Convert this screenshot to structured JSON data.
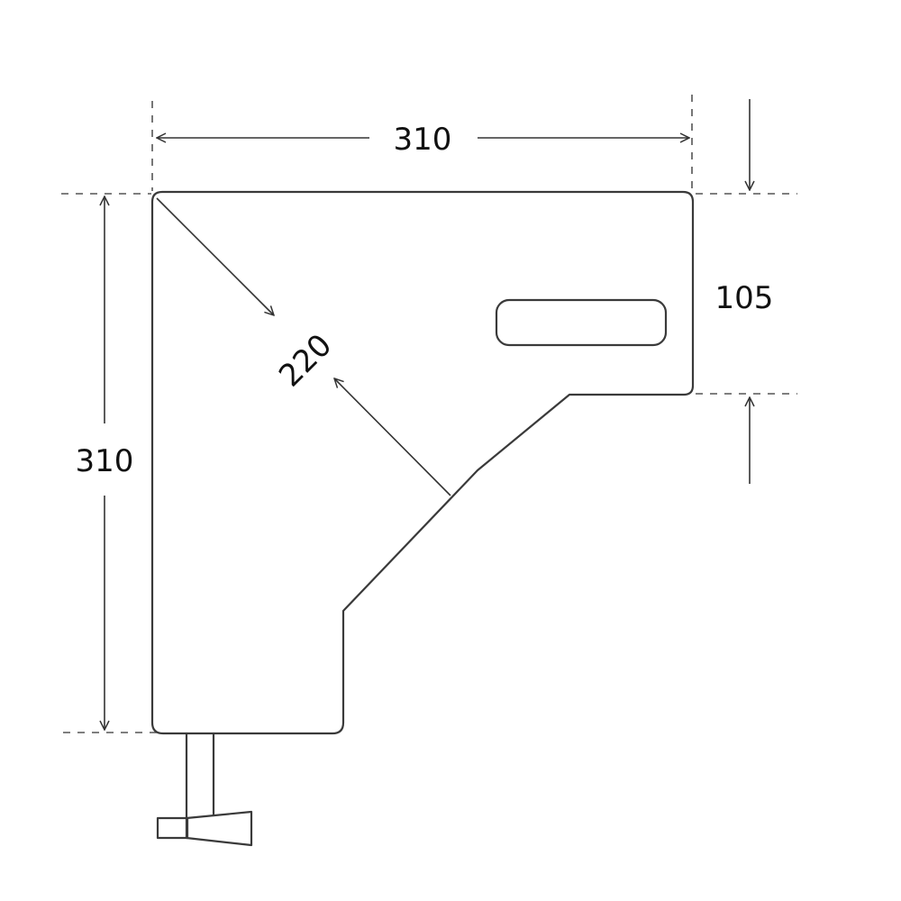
{
  "diagram": {
    "dimensions": {
      "top_width": "310",
      "left_height": "310",
      "arm_height": "105",
      "diagonal": "220"
    }
  }
}
